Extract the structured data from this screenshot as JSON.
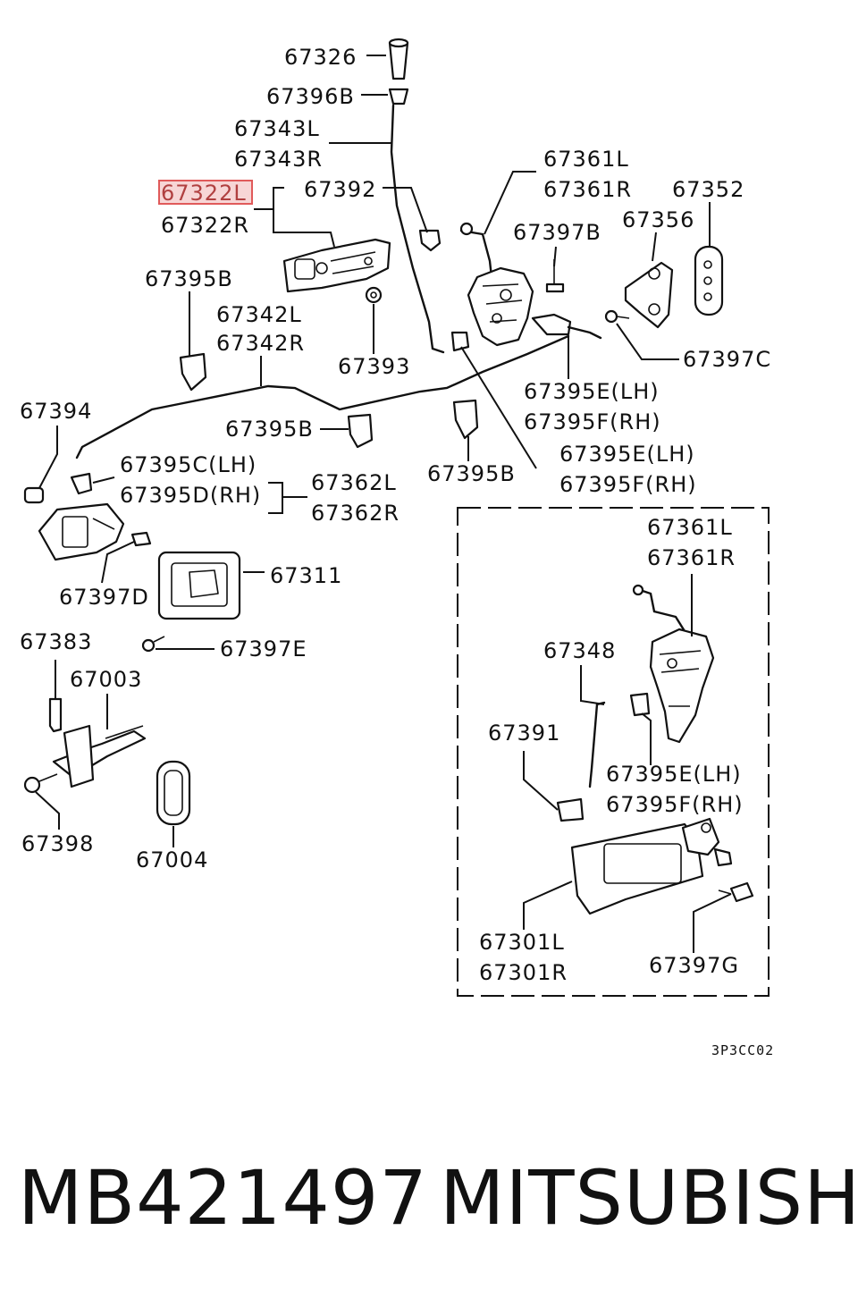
{
  "diagram": {
    "code": "3P3CC02",
    "highlighted_callout": "67322L",
    "highlight_color": "#e05a5a",
    "labels": {
      "l67326": "67326",
      "l67396B": "67396B",
      "l67343L": "67343L",
      "l67343R": "67343R",
      "l67322L": "67322L",
      "l67322R": "67322R",
      "l67392": "67392",
      "l67361L_top": "67361L",
      "l67361R_top": "67361R",
      "l67352": "67352",
      "l67356": "67356",
      "l67397B": "67397B",
      "l67395B_a": "67395B",
      "l67342L": "67342L",
      "l67342R": "67342R",
      "l67393": "67393",
      "l67397C": "67397C",
      "l67395E_a": "67395E(LH)",
      "l67395F_a": "67395F(RH)",
      "l67394": "67394",
      "l67395B_b": "67395B",
      "l67395E_b": "67395E(LH)",
      "l67395F_b": "67395F(RH)",
      "l67395C": "67395C(LH)",
      "l67395D": "67395D(RH)",
      "l67362L": "67362L",
      "l67362R": "67362R",
      "l67395B_c": "67395B",
      "l67397D": "67397D",
      "l67311": "67311",
      "l67383": "67383",
      "l67397E": "67397E",
      "l67003": "67003",
      "l67361L_box": "67361L",
      "l67361R_box": "67361R",
      "l67348": "67348",
      "l67391": "67391",
      "l67395E_c": "67395E(LH)",
      "l67395F_c": "67395F(RH)",
      "l67398": "67398",
      "l67004": "67004",
      "l67301L": "67301L",
      "l67301R": "67301R",
      "l67397G": "67397G"
    }
  },
  "footer": {
    "part_number": "MB421497",
    "brand": "MITSUBISHI"
  }
}
